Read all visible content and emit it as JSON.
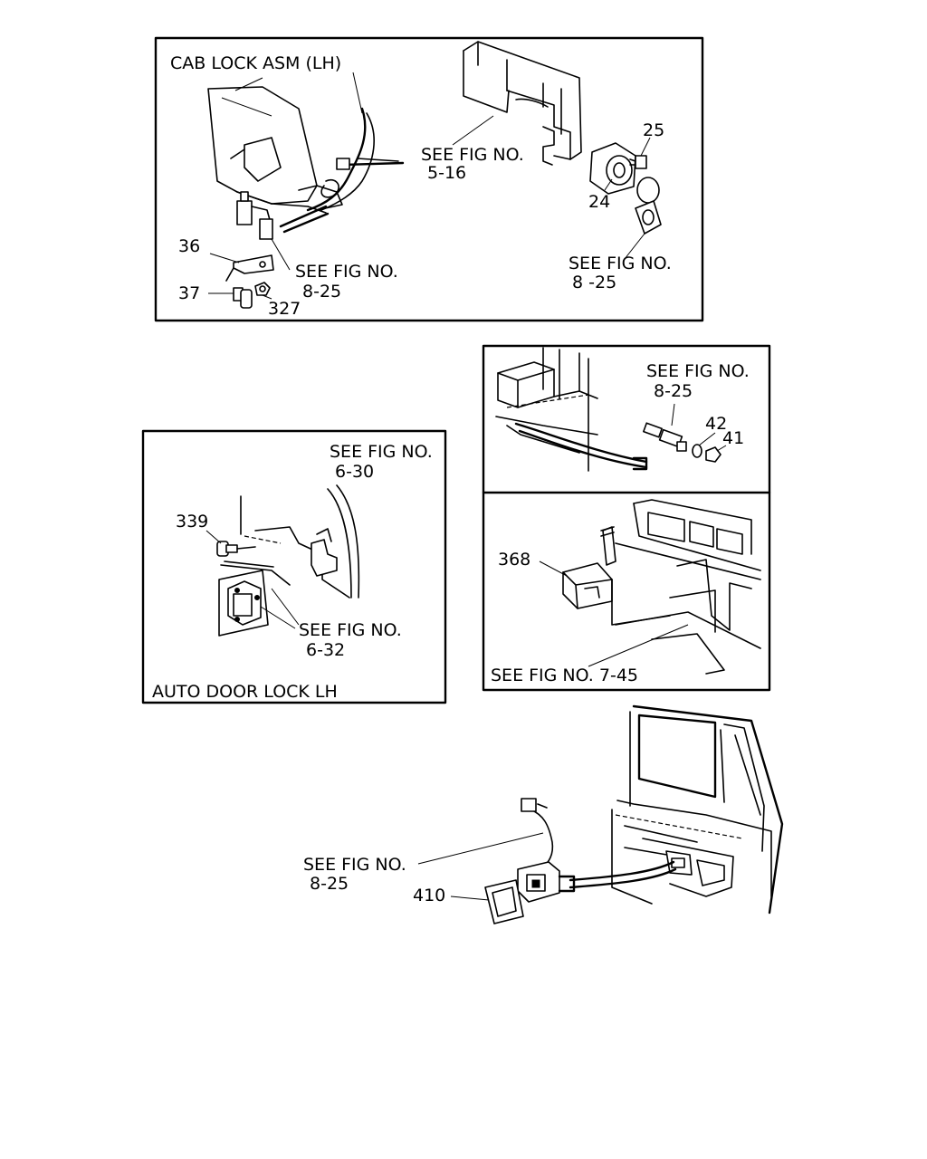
{
  "panel_top": {
    "title": "CAB LOCK ASM (LH)",
    "ref_5_16": {
      "line1": "SEE FIG NO.",
      "line2": "5-16"
    },
    "ref_8_25_left": {
      "line1": "SEE FIG NO.",
      "line2": "8-25"
    },
    "ref_8_25_right": {
      "line1": "SEE FIG NO.",
      "line2": "8 -25"
    },
    "callouts": {
      "p25": "25",
      "p24": "24",
      "p36": "36",
      "p37": "37",
      "p327": "327"
    }
  },
  "panel_right_top": {
    "ref": {
      "line1": "SEE FIG NO.",
      "line2": "8-25"
    },
    "callouts": {
      "p42": "42",
      "p41": "41"
    }
  },
  "panel_right_bottom": {
    "callouts": {
      "p368": "368"
    },
    "ref": "SEE FIG NO. 7-45"
  },
  "panel_left_mid": {
    "ref_6_30": {
      "line1": "SEE FIG NO.",
      "line2": "6-30"
    },
    "ref_6_32": {
      "line1": "SEE FIG NO.",
      "line2": "6-32"
    },
    "callouts": {
      "p339": "339"
    },
    "caption": "AUTO DOOR LOCK  LH"
  },
  "door_section": {
    "ref": {
      "line1": "SEE FIG NO.",
      "line2": "8-25"
    },
    "callouts": {
      "p410": "410"
    }
  }
}
